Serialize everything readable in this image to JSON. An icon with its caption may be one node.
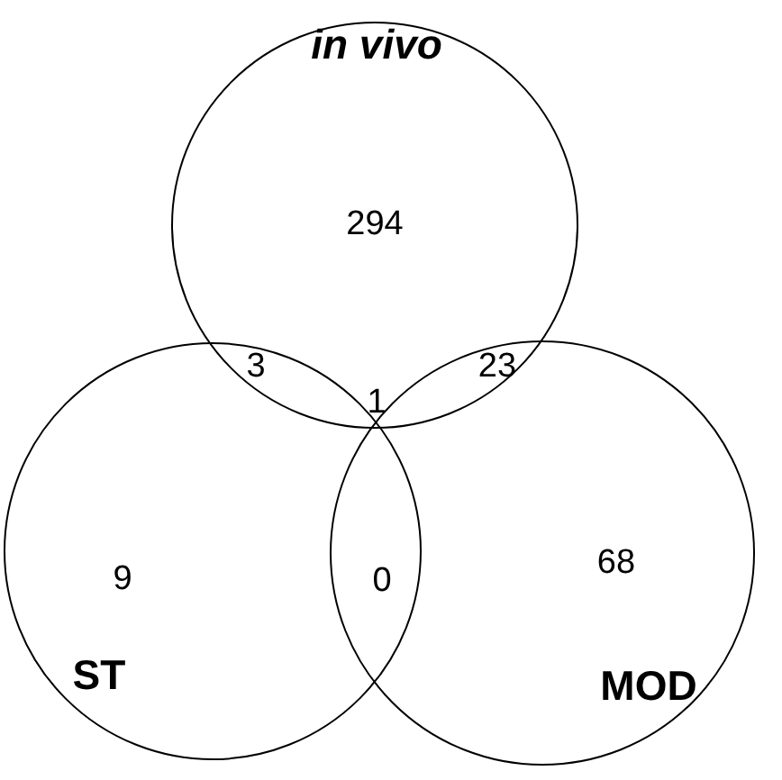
{
  "diagram": {
    "nodes": [
      {
        "text": [
          "in vivo"
        ]
      },
      {
        "text": [
          "ST"
        ]
      },
      {
        "text": [
          "MOD"
        ]
      }
    ],
    "labels": [
      "294",
      "3",
      "23",
      "1",
      "9",
      "0",
      "68"
    ]
  }
}
